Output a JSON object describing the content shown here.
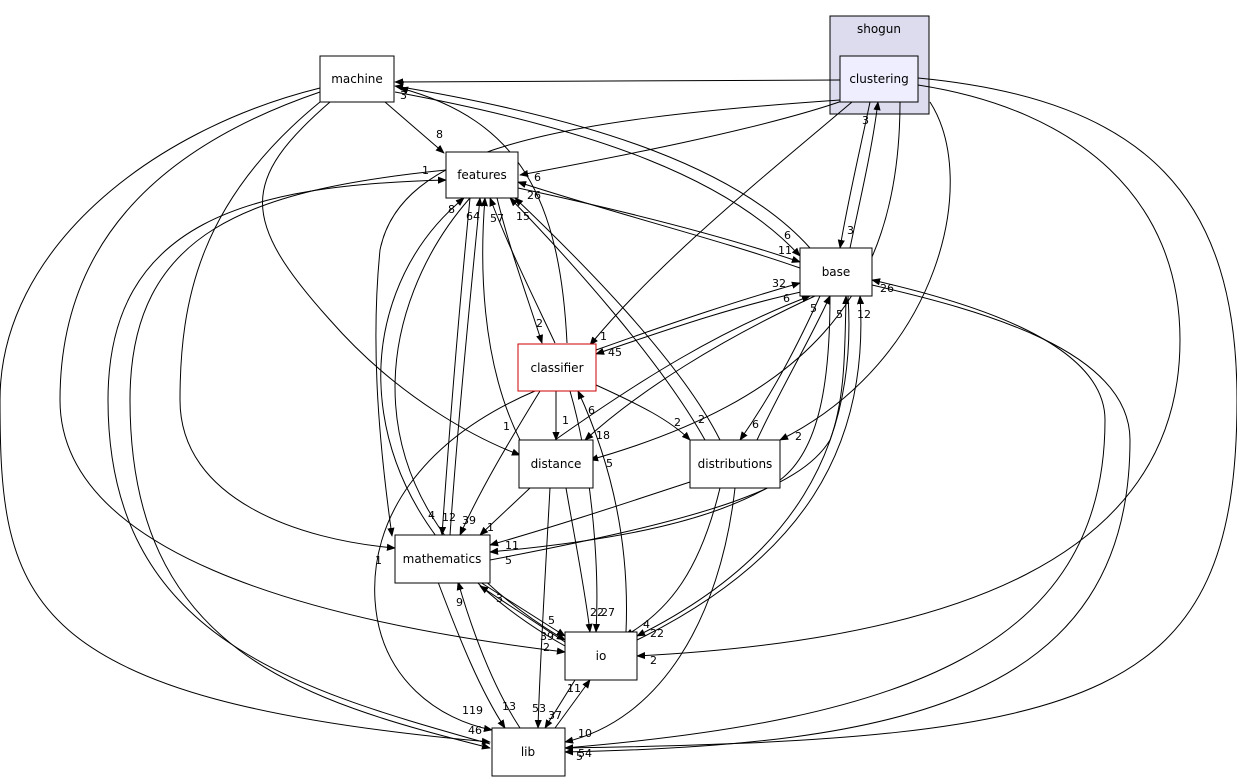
{
  "cluster": {
    "label": "shogun",
    "fill": "#dcdcee",
    "stroke": "#000000"
  },
  "nodes": {
    "clustering": {
      "label": "clustering",
      "fill": "#eeeeff",
      "stroke": "#000000"
    },
    "machine": {
      "label": "machine"
    },
    "features": {
      "label": "features"
    },
    "base": {
      "label": "base"
    },
    "classifier": {
      "label": "classifier",
      "stroke": "#cc0000"
    },
    "distance": {
      "label": "distance"
    },
    "distributions": {
      "label": "distributions"
    },
    "mathematics": {
      "label": "mathematics"
    },
    "io": {
      "label": "io"
    },
    "lib": {
      "label": "lib"
    }
  },
  "edge_labels": {
    "clustering_machine": "2",
    "clustering_machine_b": "3",
    "clustering_features": "6",
    "clustering_base": "3",
    "base_clustering": "3",
    "machine_features": "8",
    "machine_base": "6",
    "machine_distance": "1",
    "machine_mathematics": "4",
    "machine_io": "1",
    "features_base": "11",
    "base_features": "26",
    "features_lib": "1",
    "lib_features": "8",
    "classifier_features": "57",
    "features_classifier": "2",
    "distance_features": "64",
    "distributions_features": "15",
    "io_features": "1",
    "features_mathematics": "12",
    "base_classifier": "45",
    "classifier_base": "32",
    "classifier_machine": "3",
    "clustering_classifier": "1",
    "distance_base": "6",
    "base_distance": "18",
    "distributions_base": "5",
    "base_distributions": "6",
    "mathematics_base": "5",
    "io_base": "12",
    "lib_base": "26",
    "base_mathematics": "5",
    "classifier_distance": "1",
    "classifier_distributions": "2",
    "classifier_mathematics": "1",
    "classifier_io": "22",
    "io_classifier": "6",
    "classifier_lib": "119",
    "clustering_distance": "5",
    "clustering_distributions": "2",
    "distance_mathematics": "39",
    "distance_io": "27",
    "distance_lib": "53",
    "distributions_mathematics": "11",
    "distributions_io": "4",
    "distributions_lib": "10",
    "distributions_features_b": "2",
    "mathematics_io": "5",
    "io_mathematics": "3",
    "mathematics_lib": "13",
    "lib_mathematics": "9",
    "io_lib": "37",
    "lib_io": "11",
    "clustering_io": "22",
    "clustering_lib": "54",
    "features_io": "39",
    "io_features_b": "2",
    "machine_lib": "46",
    "base_lib": "5",
    "lib_base_b": "2",
    "features_base_b": "6"
  }
}
